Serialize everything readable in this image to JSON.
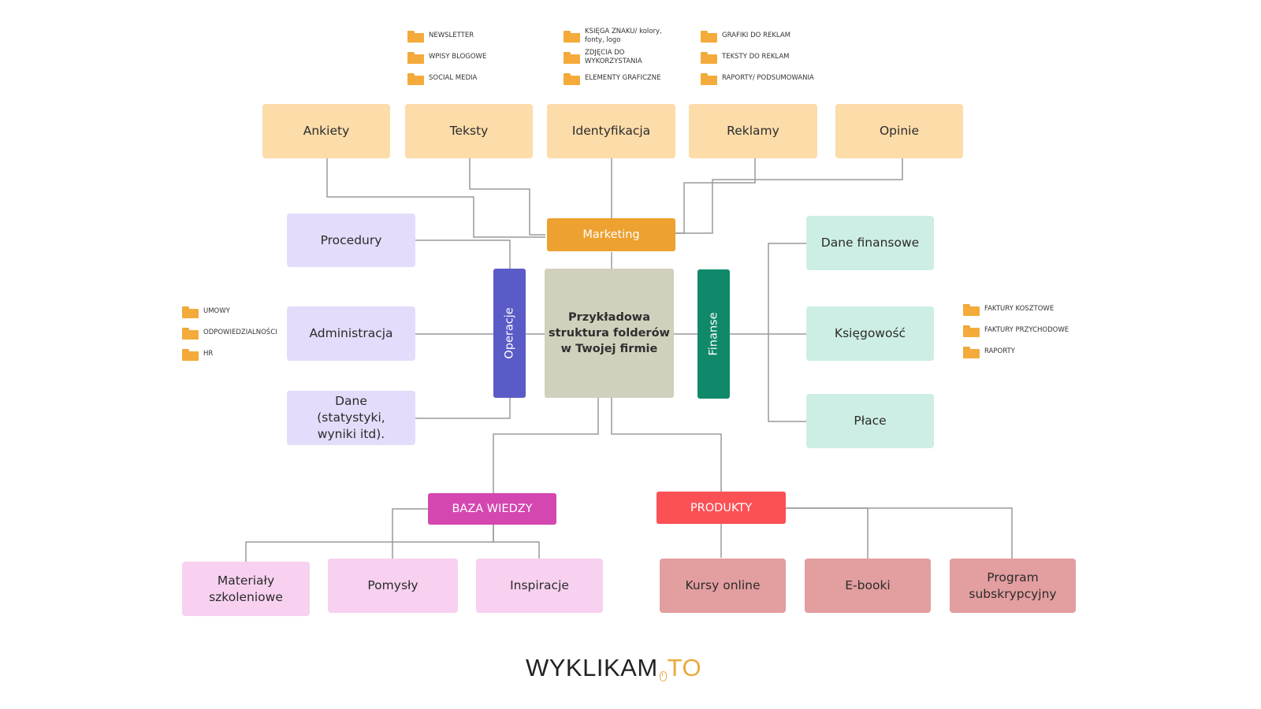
{
  "center": {
    "line1": "Przykładowa",
    "line2": "struktura folderów",
    "line3": "w Twojej firmie"
  },
  "marketing": {
    "label": "Marketing",
    "color": "#eca130",
    "children": [
      "Ankiety",
      "Teksty",
      "Identyfikacja",
      "Reklamy",
      "Opinie"
    ],
    "teksty_files": [
      "NEWSLETTER",
      "WPISY BLOGOWE",
      "SOCIAL MEDIA"
    ],
    "identyfikacja_files": [
      "KSIĘGA ZNAKU/ kolory, fonty, logo",
      "ZDJĘCIA DO WYKORZYSTANIA",
      "ELEMENTY GRAFICZNE"
    ],
    "reklamy_files": [
      "GRAFIKI DO REKLAM",
      "TEKSTY DO REKLAM",
      "RAPORTY/ PODSUMOWANIA"
    ]
  },
  "operacje": {
    "label": "Operacje",
    "color": "#5b5bc7",
    "children": [
      "Procedury",
      "Administracja",
      "Dane (statystyki, wyniki itd)."
    ],
    "administracja_files": [
      "UMOWY",
      "ODPOWIEDZIALNOŚCI",
      "HR"
    ]
  },
  "finanse": {
    "label": "Finanse",
    "color": "#10896b",
    "children": [
      "Dane finansowe",
      "Księgowość",
      "Płace"
    ],
    "ksiegowosc_files": [
      "FAKTURY KOSZTOWE",
      "FAKTURY PRZYCHODOWE",
      "RAPORTY"
    ]
  },
  "baza_wiedzy": {
    "label": "BAZA WIEDZY",
    "color": "#d447b1",
    "children": [
      "Materiały szkoleniowe",
      "Pomysły",
      "Inspiracje"
    ]
  },
  "produkty": {
    "label": "PRODUKTY",
    "color": "#fb5054",
    "children": [
      "Kursy online",
      "E-booki",
      "Program subskrypcyjny"
    ]
  },
  "logo": {
    "part1": "WYKLIKAM",
    "part2": "TO"
  }
}
